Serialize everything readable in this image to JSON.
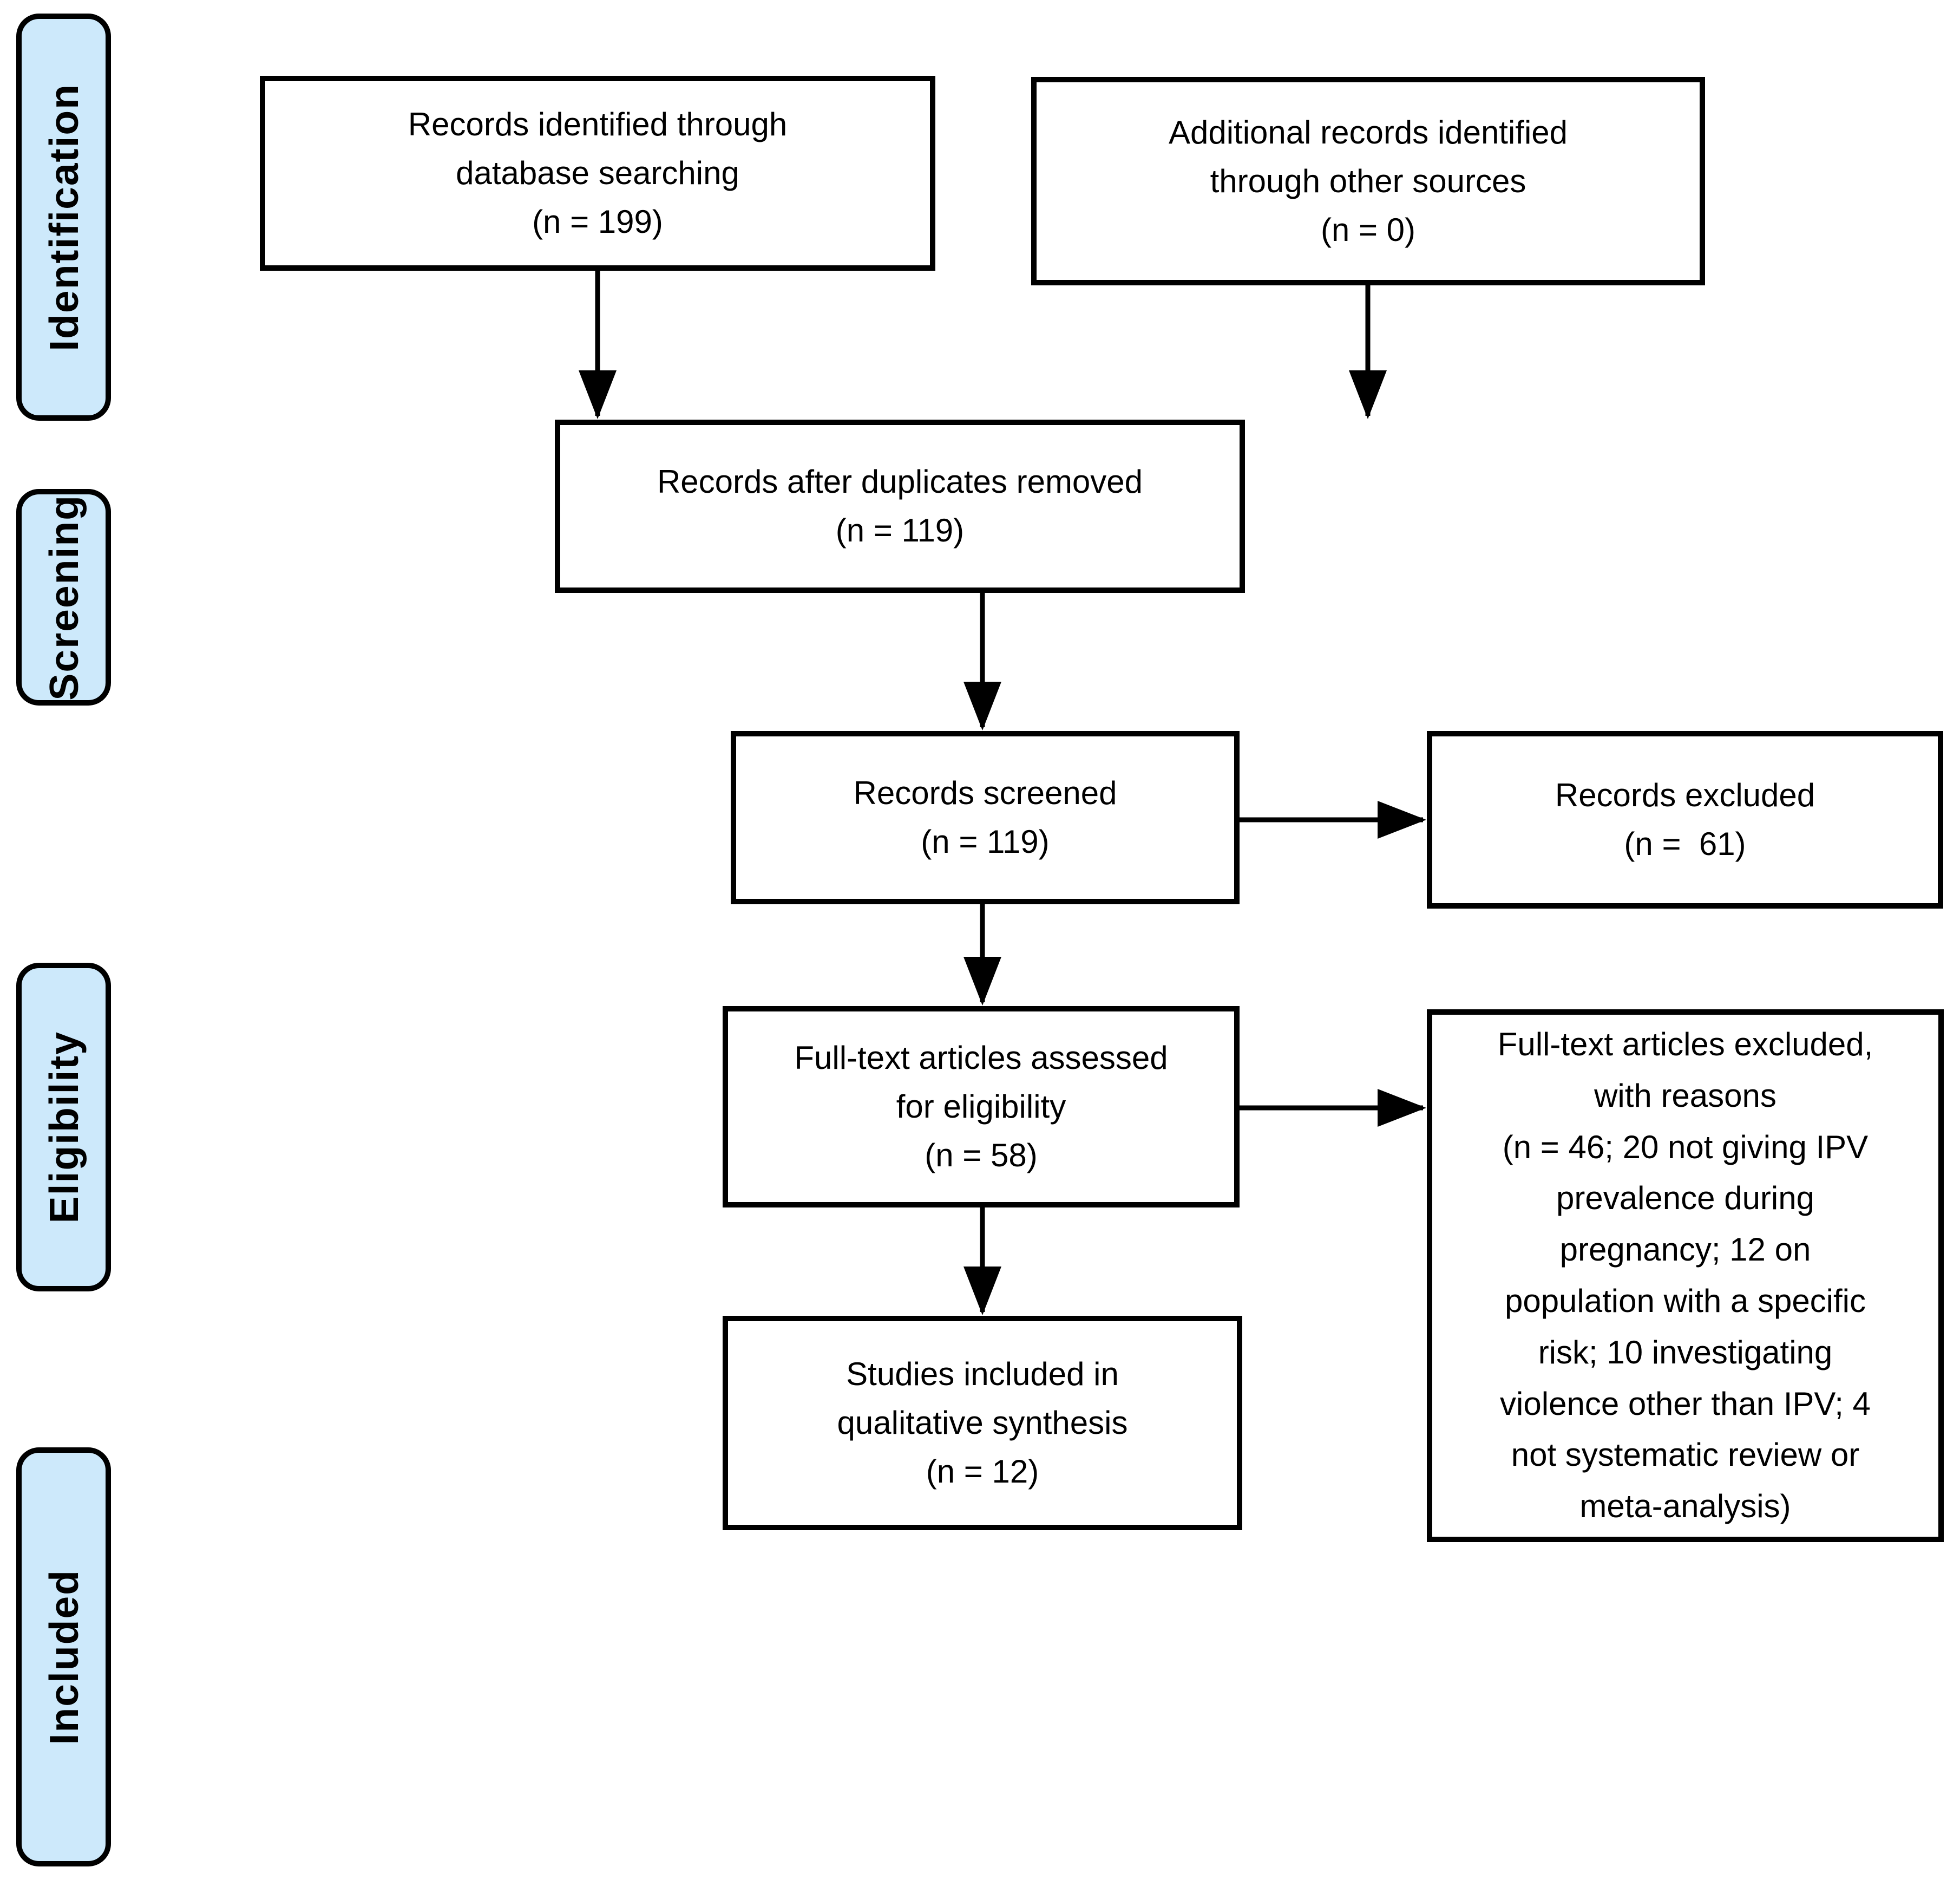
{
  "diagram": {
    "type": "prisma-flow",
    "stages": [
      {
        "label": "Identification"
      },
      {
        "label": "Screening"
      },
      {
        "label": "Eligibility"
      },
      {
        "label": "Included"
      }
    ],
    "boxes": [
      {
        "id": "records-identified",
        "lines": [
          "Records identified through",
          "database searching",
          "(n = 199)"
        ]
      },
      {
        "id": "additional-records",
        "lines": [
          "Additional records identified",
          "through other sources",
          "(n = 0)"
        ]
      },
      {
        "id": "records-after-duplicates",
        "lines": [
          "Records after duplicates removed",
          "(n = 119)"
        ]
      },
      {
        "id": "records-screened",
        "lines": [
          "Records screened",
          "(n = 119)"
        ]
      },
      {
        "id": "records-excluded",
        "lines": [
          "Records excluded",
          "(n =  61)"
        ]
      },
      {
        "id": "full-text-assessed",
        "lines": [
          "Full-text articles assessed",
          "for eligibility",
          "(n = 58)"
        ]
      },
      {
        "id": "full-text-excluded",
        "lines": [
          "Full-text articles excluded,",
          "with reasons",
          "(n = 46; 20 not giving IPV",
          "prevalence during",
          "pregnancy; 12 on",
          "population with a specific",
          "risk; 10 investigating",
          "violence other than IPV; 4",
          "not systematic review or",
          "meta-analysis)"
        ]
      },
      {
        "id": "studies-included",
        "lines": [
          "Studies included in",
          "qualitative synthesis",
          "(n = 12)"
        ]
      }
    ],
    "colors": {
      "stage_fill": "#cde9fb",
      "box_fill": "#ffffff",
      "border": "#000000",
      "arrow": "#000000",
      "background": "#ffffff"
    }
  }
}
